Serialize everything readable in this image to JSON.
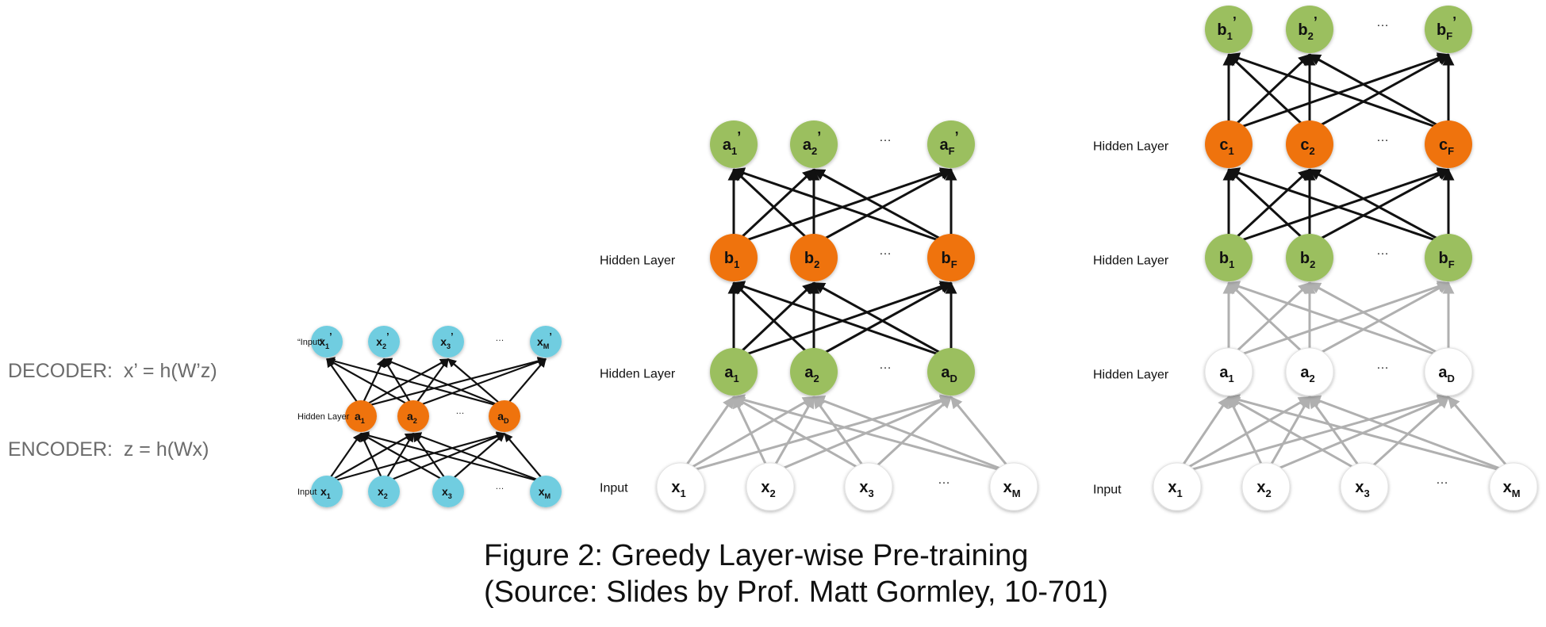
{
  "equations": {
    "decoder": "DECODER:  x’ = h(W’z)",
    "encoder": "ENCODER:  z = h(Wx)"
  },
  "caption": {
    "line1": "Figure 2: Greedy Layer-wise Pre-training",
    "line2": "(Source: Slides by Prof. Matt Gormley, 10-701)"
  },
  "colors": {
    "cyan": "#6fcde0",
    "orange": "#ef7310",
    "green": "#9bbf5f",
    "white_node": "#ffffff",
    "edge_active": "#111111",
    "edge_inactive": "#b0b0b0"
  },
  "panels": [
    {
      "name": "autoencoder",
      "layer_labels": [
        "“Input”",
        "Hidden Layer",
        "Input"
      ],
      "layers": [
        {
          "nodes": [
            [
              "x",
              "1",
              "’"
            ],
            [
              "x",
              "2",
              "’"
            ],
            [
              "x",
              "3",
              "’"
            ],
            [
              "x",
              "M",
              "’"
            ]
          ],
          "color": "cyan"
        },
        {
          "nodes": [
            [
              "a",
              "1",
              ""
            ],
            [
              "a",
              "2",
              ""
            ],
            [
              "a",
              "D",
              ""
            ]
          ],
          "color": "orange"
        },
        {
          "nodes": [
            [
              "x",
              "1",
              ""
            ],
            [
              "x",
              "2",
              ""
            ],
            [
              "x",
              "3",
              ""
            ],
            [
              "x",
              "M",
              ""
            ]
          ],
          "color": "cyan"
        }
      ],
      "ellipsis": "…"
    },
    {
      "name": "stage-two",
      "layer_labels": [
        "Hidden Layer",
        "Hidden Layer",
        "Input"
      ],
      "layers": [
        {
          "nodes": [
            [
              "a",
              "1",
              "’"
            ],
            [
              "a",
              "2",
              "’"
            ],
            [
              "a",
              "F",
              "’"
            ]
          ],
          "color": "green"
        },
        {
          "nodes": [
            [
              "b",
              "1",
              ""
            ],
            [
              "b",
              "2",
              ""
            ],
            [
              "b",
              "F",
              ""
            ]
          ],
          "color": "orange"
        },
        {
          "nodes": [
            [
              "a",
              "1",
              ""
            ],
            [
              "a",
              "2",
              ""
            ],
            [
              "a",
              "D",
              ""
            ]
          ],
          "color": "green"
        },
        {
          "nodes": [
            [
              "x",
              "1",
              ""
            ],
            [
              "x",
              "2",
              ""
            ],
            [
              "x",
              "3",
              ""
            ],
            [
              "x",
              "M",
              ""
            ]
          ],
          "color": "white_node"
        }
      ],
      "ellipsis": "…"
    },
    {
      "name": "stage-three",
      "layer_labels": [
        "Hidden Layer",
        "Hidden Layer",
        "Hidden Layer",
        "Input"
      ],
      "layers": [
        {
          "nodes": [
            [
              "b",
              "1",
              "’"
            ],
            [
              "b",
              "2",
              "’"
            ],
            [
              "b",
              "F",
              "’"
            ]
          ],
          "color": "green"
        },
        {
          "nodes": [
            [
              "c",
              "1",
              ""
            ],
            [
              "c",
              "2",
              ""
            ],
            [
              "c",
              "F",
              ""
            ]
          ],
          "color": "orange"
        },
        {
          "nodes": [
            [
              "b",
              "1",
              ""
            ],
            [
              "b",
              "2",
              ""
            ],
            [
              "b",
              "F",
              ""
            ]
          ],
          "color": "green"
        },
        {
          "nodes": [
            [
              "a",
              "1",
              ""
            ],
            [
              "a",
              "2",
              ""
            ],
            [
              "a",
              "D",
              ""
            ]
          ],
          "color": "white_node"
        },
        {
          "nodes": [
            [
              "x",
              "1",
              ""
            ],
            [
              "x",
              "2",
              ""
            ],
            [
              "x",
              "3",
              ""
            ],
            [
              "x",
              "M",
              ""
            ]
          ],
          "color": "white_node"
        }
      ],
      "ellipsis": "…"
    }
  ]
}
